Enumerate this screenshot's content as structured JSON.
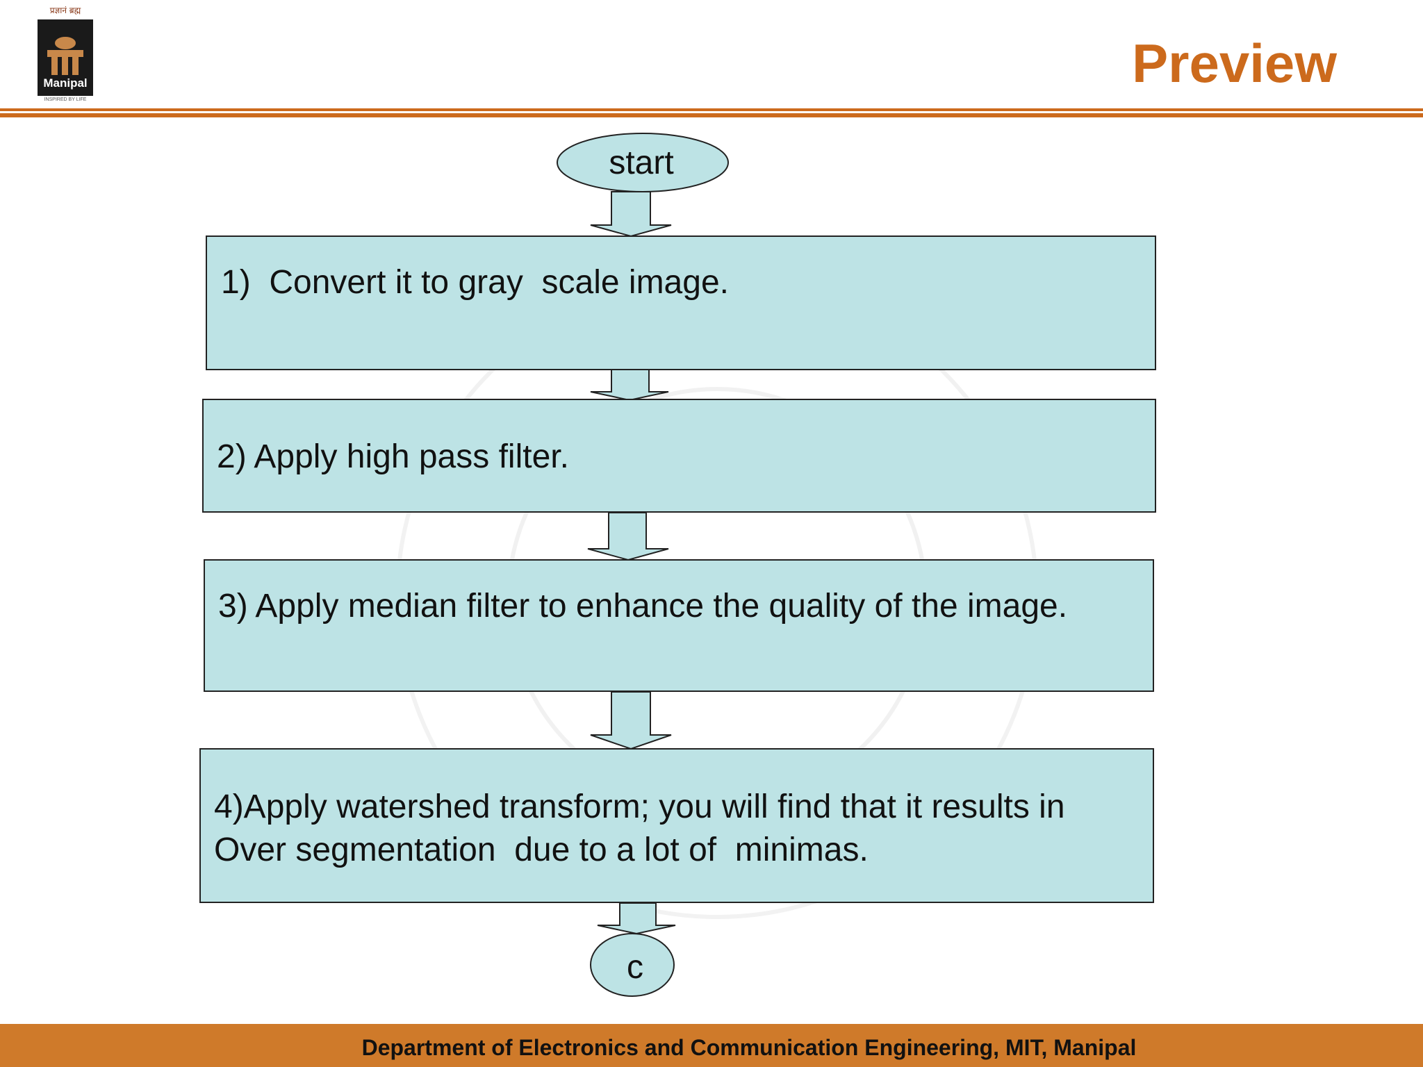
{
  "header": {
    "title": "Preview",
    "logo_name": "Manipal",
    "logo_devanagari": "प्रज्ञानं ब्रह्म",
    "logo_tagline": "INSPIRED BY LIFE"
  },
  "flowchart": {
    "start_label": "start",
    "steps": [
      {
        "line1": "1)  Convert it to gray  scale image.",
        "line2": ""
      },
      {
        "line1": "2) Apply high pass filter.",
        "line2": ""
      },
      {
        "line1": "3) Apply median filter to enhance the quality of the image.",
        "line2": ""
      },
      {
        "line1": "4)Apply watershed transform; you will find that it results in",
        "line2": "Over segmentation  due to a lot of  minimas."
      }
    ],
    "connector_label": "c",
    "colors": {
      "box_fill": "#bde3e5",
      "stroke": "#222222"
    }
  },
  "footer": {
    "text": "Department of Electronics and Communication Engineering, MIT, Manipal"
  }
}
